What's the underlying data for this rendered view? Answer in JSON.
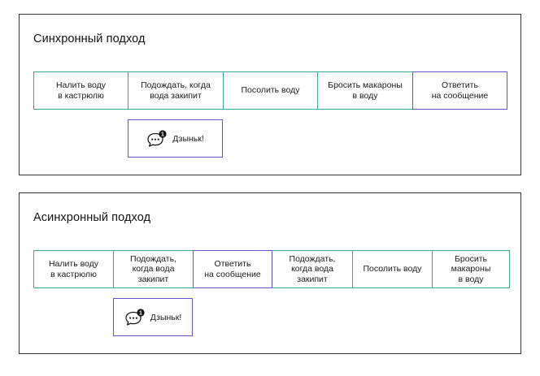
{
  "sync": {
    "title": "Синхронный подход",
    "steps": [
      {
        "label": "Налить воду\nв кастрюлю"
      },
      {
        "label": "Подождать, когда\nвода закипит"
      },
      {
        "label": "Посолить воду"
      },
      {
        "label": "Бросить макароны\nв воду"
      },
      {
        "label": "Ответить\nна сообщение"
      }
    ],
    "notification": {
      "label": "Дзыньк!",
      "badge": "1"
    }
  },
  "async": {
    "title": "Асинхронный подход",
    "steps": [
      {
        "label": "Налить воду\nв кастрюлю"
      },
      {
        "label": "Подождать,\nкогда вода\nзакипит"
      },
      {
        "label": "Ответить\nна сообщение"
      },
      {
        "label": "Подождать,\nкогда вода\nзакипит"
      },
      {
        "label": "Посолить воду"
      },
      {
        "label": "Бросить\nмакароны\nв воду"
      }
    ],
    "notification": {
      "label": "Дзыньк!",
      "badge": "1"
    }
  },
  "colors": {
    "task_border": "#39a893",
    "message_border": "#6a4fc8",
    "panel_border": "#333333"
  }
}
